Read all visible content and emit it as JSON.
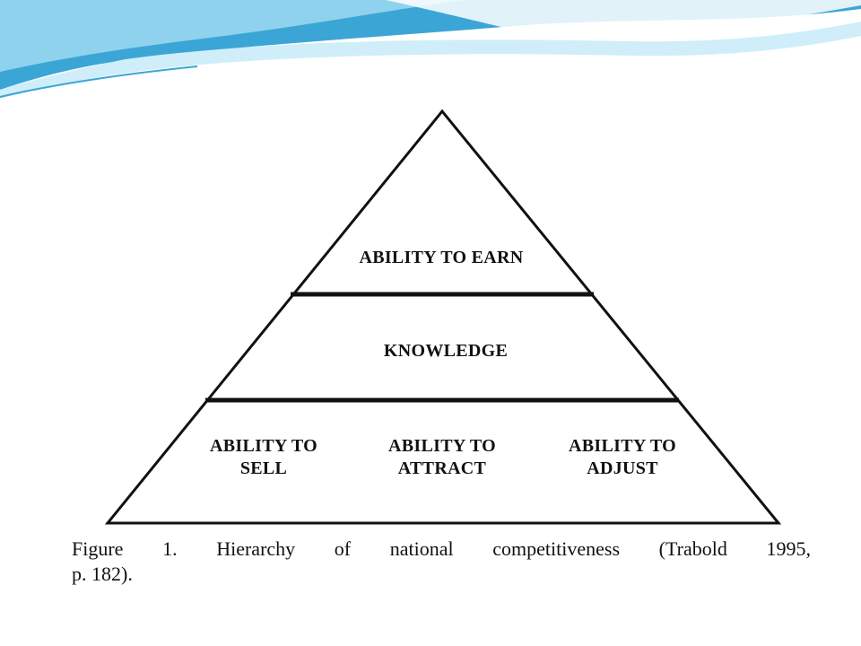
{
  "diagram": {
    "type": "pyramid",
    "levels": {
      "top": {
        "label": "ABILITY TO EARN"
      },
      "middle": {
        "label": "KNOWLEDGE"
      },
      "base": {
        "items": [
          {
            "line1": "ABILITY TO",
            "line2": "SELL"
          },
          {
            "line1": "ABILITY TO",
            "line2": "ATTRACT"
          },
          {
            "line1": "ABILITY TO",
            "line2": "ADJUST"
          }
        ]
      }
    }
  },
  "caption": {
    "line1": "Figure 1. Hierarchy of national competitiveness (Trabold 1995,",
    "line2": "p. 182)."
  },
  "colors": {
    "header_light": "#bfe6f5",
    "header_mid": "#6cc3e6",
    "header_deep": "#3ba6d6",
    "background": "#e8f4fa",
    "line": "#111111"
  }
}
